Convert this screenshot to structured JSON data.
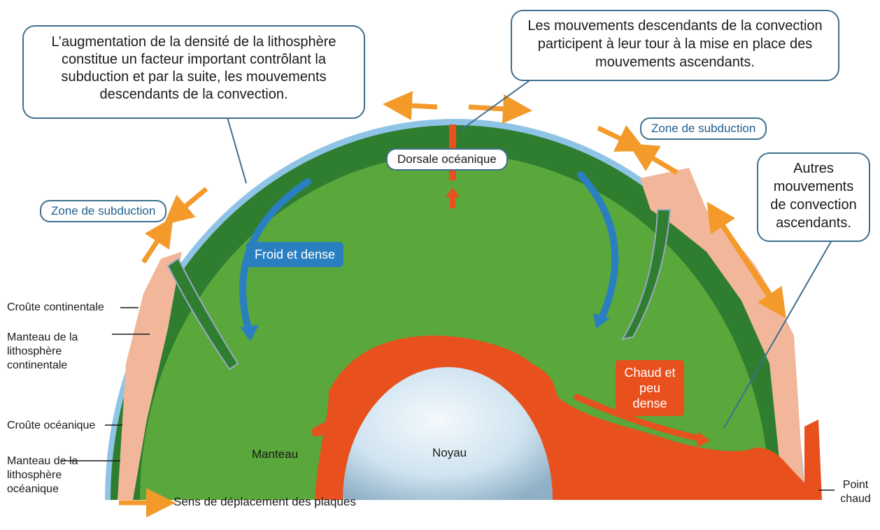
{
  "callouts": {
    "density": "L’augmentation de la densité de la lithosphère constitue un facteur important contrôlant la subduction et par la suite, les mouvements descendants de la convection.",
    "descending": "Les mouvements descendants de la convection participent à leur tour à la mise en place des mouvements ascendants.",
    "other_ascending": "Autres mouvements de convection ascendants."
  },
  "tags": {
    "subduction_left": "Zone de subduction",
    "subduction_right": "Zone de subduction",
    "ridge": "Dorsale océanique"
  },
  "zones": {
    "cold": "Froid et dense",
    "hot": "Chaud et peu dense",
    "mantle": "Manteau",
    "core": "Noyau"
  },
  "left_labels": {
    "continental_crust": "Croûte continentale",
    "continental_mantle": "Manteau de la lithosphère continentale",
    "oceanic_crust": "Croûte océanique",
    "oceanic_mantle": "Manteau de la lithosphère océanique"
  },
  "right_labels": {
    "hotspot": "Point chaud"
  },
  "legend": {
    "plates_direction": "Sens de déplacement des plaques"
  },
  "colors": {
    "mantle_green": "#5aa73c",
    "lithosphere_dark_green": "#2f7d2f",
    "continental_crust": "#f2b79a",
    "oceanic_blue": "#8fc4e6",
    "hot_orange": "#e8501e",
    "plate_arrow_orange": "#f39a2a",
    "cold_blue": "#2a7fc0",
    "core": "#cfe3f0"
  }
}
